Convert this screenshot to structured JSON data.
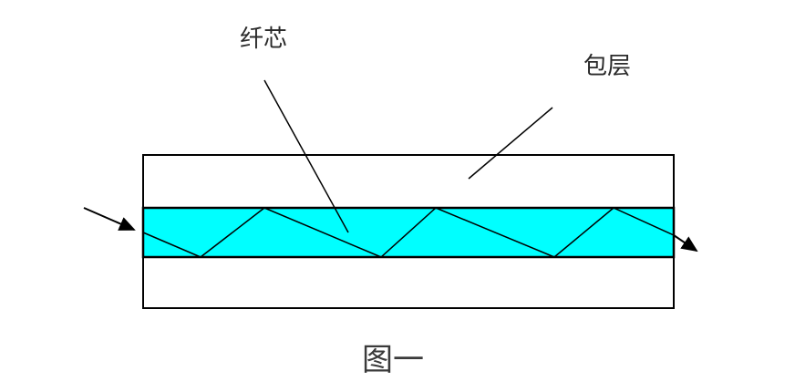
{
  "labels": {
    "core": "纤芯",
    "cladding": "包层",
    "caption": "图一"
  },
  "colors": {
    "core_fill": "#00ffff",
    "stroke": "#000000",
    "background": "#ffffff"
  }
}
